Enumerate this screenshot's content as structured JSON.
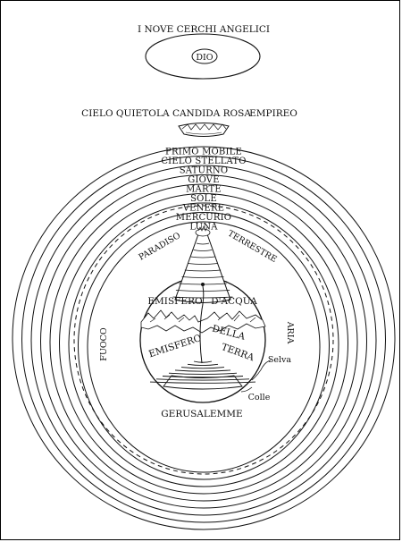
{
  "title": "I NOVE CERCHI ANGELICI",
  "dio": "DIO",
  "empyrean": {
    "left": "CIELO QUIETO",
    "center": "LA CANDIDA ROSA",
    "right": "EMPIREO"
  },
  "heavens": [
    "PRIMO MOBILE",
    "CIELO STELLATO",
    "SATURNO",
    "GIOVE",
    "MARTE",
    "SOLE",
    "VENERE",
    "MERCURIO",
    "LUNA"
  ],
  "spheres": {
    "fire": "FUOCO",
    "air": "ARIA"
  },
  "paradise": {
    "left": "PARADISO",
    "right": "TERRESTRE"
  },
  "earth": {
    "water_left": "EMISFERO",
    "water_right": "D'ACQUA",
    "land_1": "EMISFERO",
    "land_2": "DELLA",
    "land_3": "TERRA"
  },
  "places": {
    "selva": "Selva",
    "colle": "Colle",
    "jerusalem": "GERUSALEMME"
  }
}
